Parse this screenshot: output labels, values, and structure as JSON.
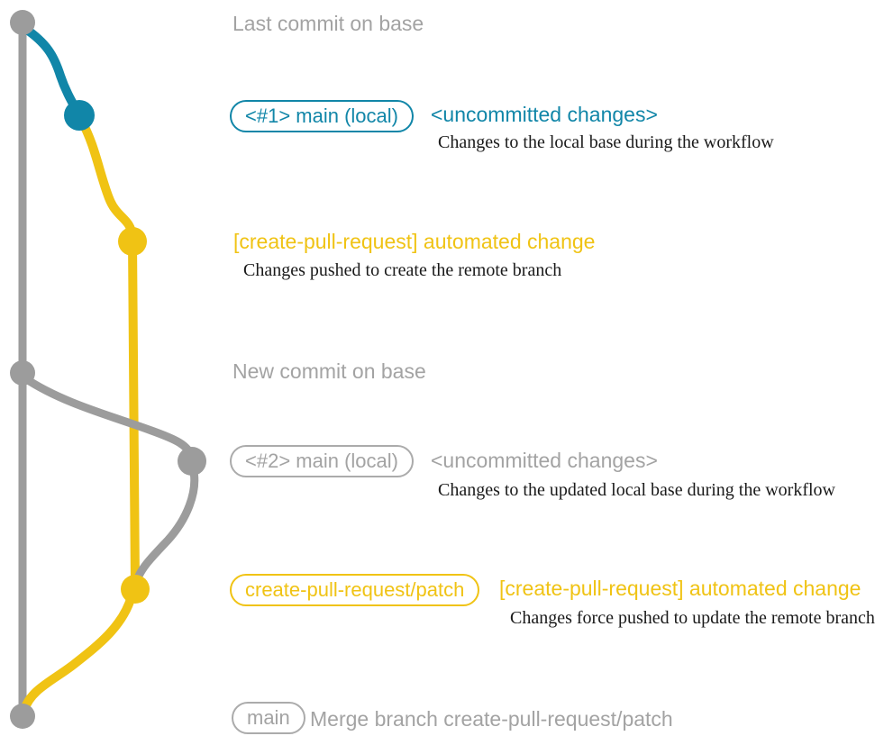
{
  "colors": {
    "gray": "#9c9c9c",
    "gray_text": "#a3a3a3",
    "blue": "#1186a8",
    "yellow": "#f0c314",
    "dark_text": "#1a1a1a",
    "background": "#ffffff"
  },
  "rows": {
    "last_commit": {
      "text": "Last commit on base"
    },
    "local_change_1": {
      "badge": "<#1> main (local)",
      "title": "<uncommitted changes>",
      "description": "Changes to the local base during the workflow"
    },
    "automated_change_1": {
      "title": "[create-pull-request] automated change",
      "description": "Changes pushed to create the remote branch"
    },
    "new_commit": {
      "text": "New commit on base"
    },
    "local_change_2": {
      "badge": "<#2> main (local)",
      "title": "<uncommitted changes>",
      "description": "Changes to the updated local base during the workflow"
    },
    "automated_change_2": {
      "badge": "create-pull-request/patch",
      "title": "[create-pull-request] automated change",
      "description": "Changes force pushed to update the remote branch"
    },
    "merge_commit": {
      "badge": "main",
      "text": "Merge branch create-pull-request/patch"
    }
  }
}
